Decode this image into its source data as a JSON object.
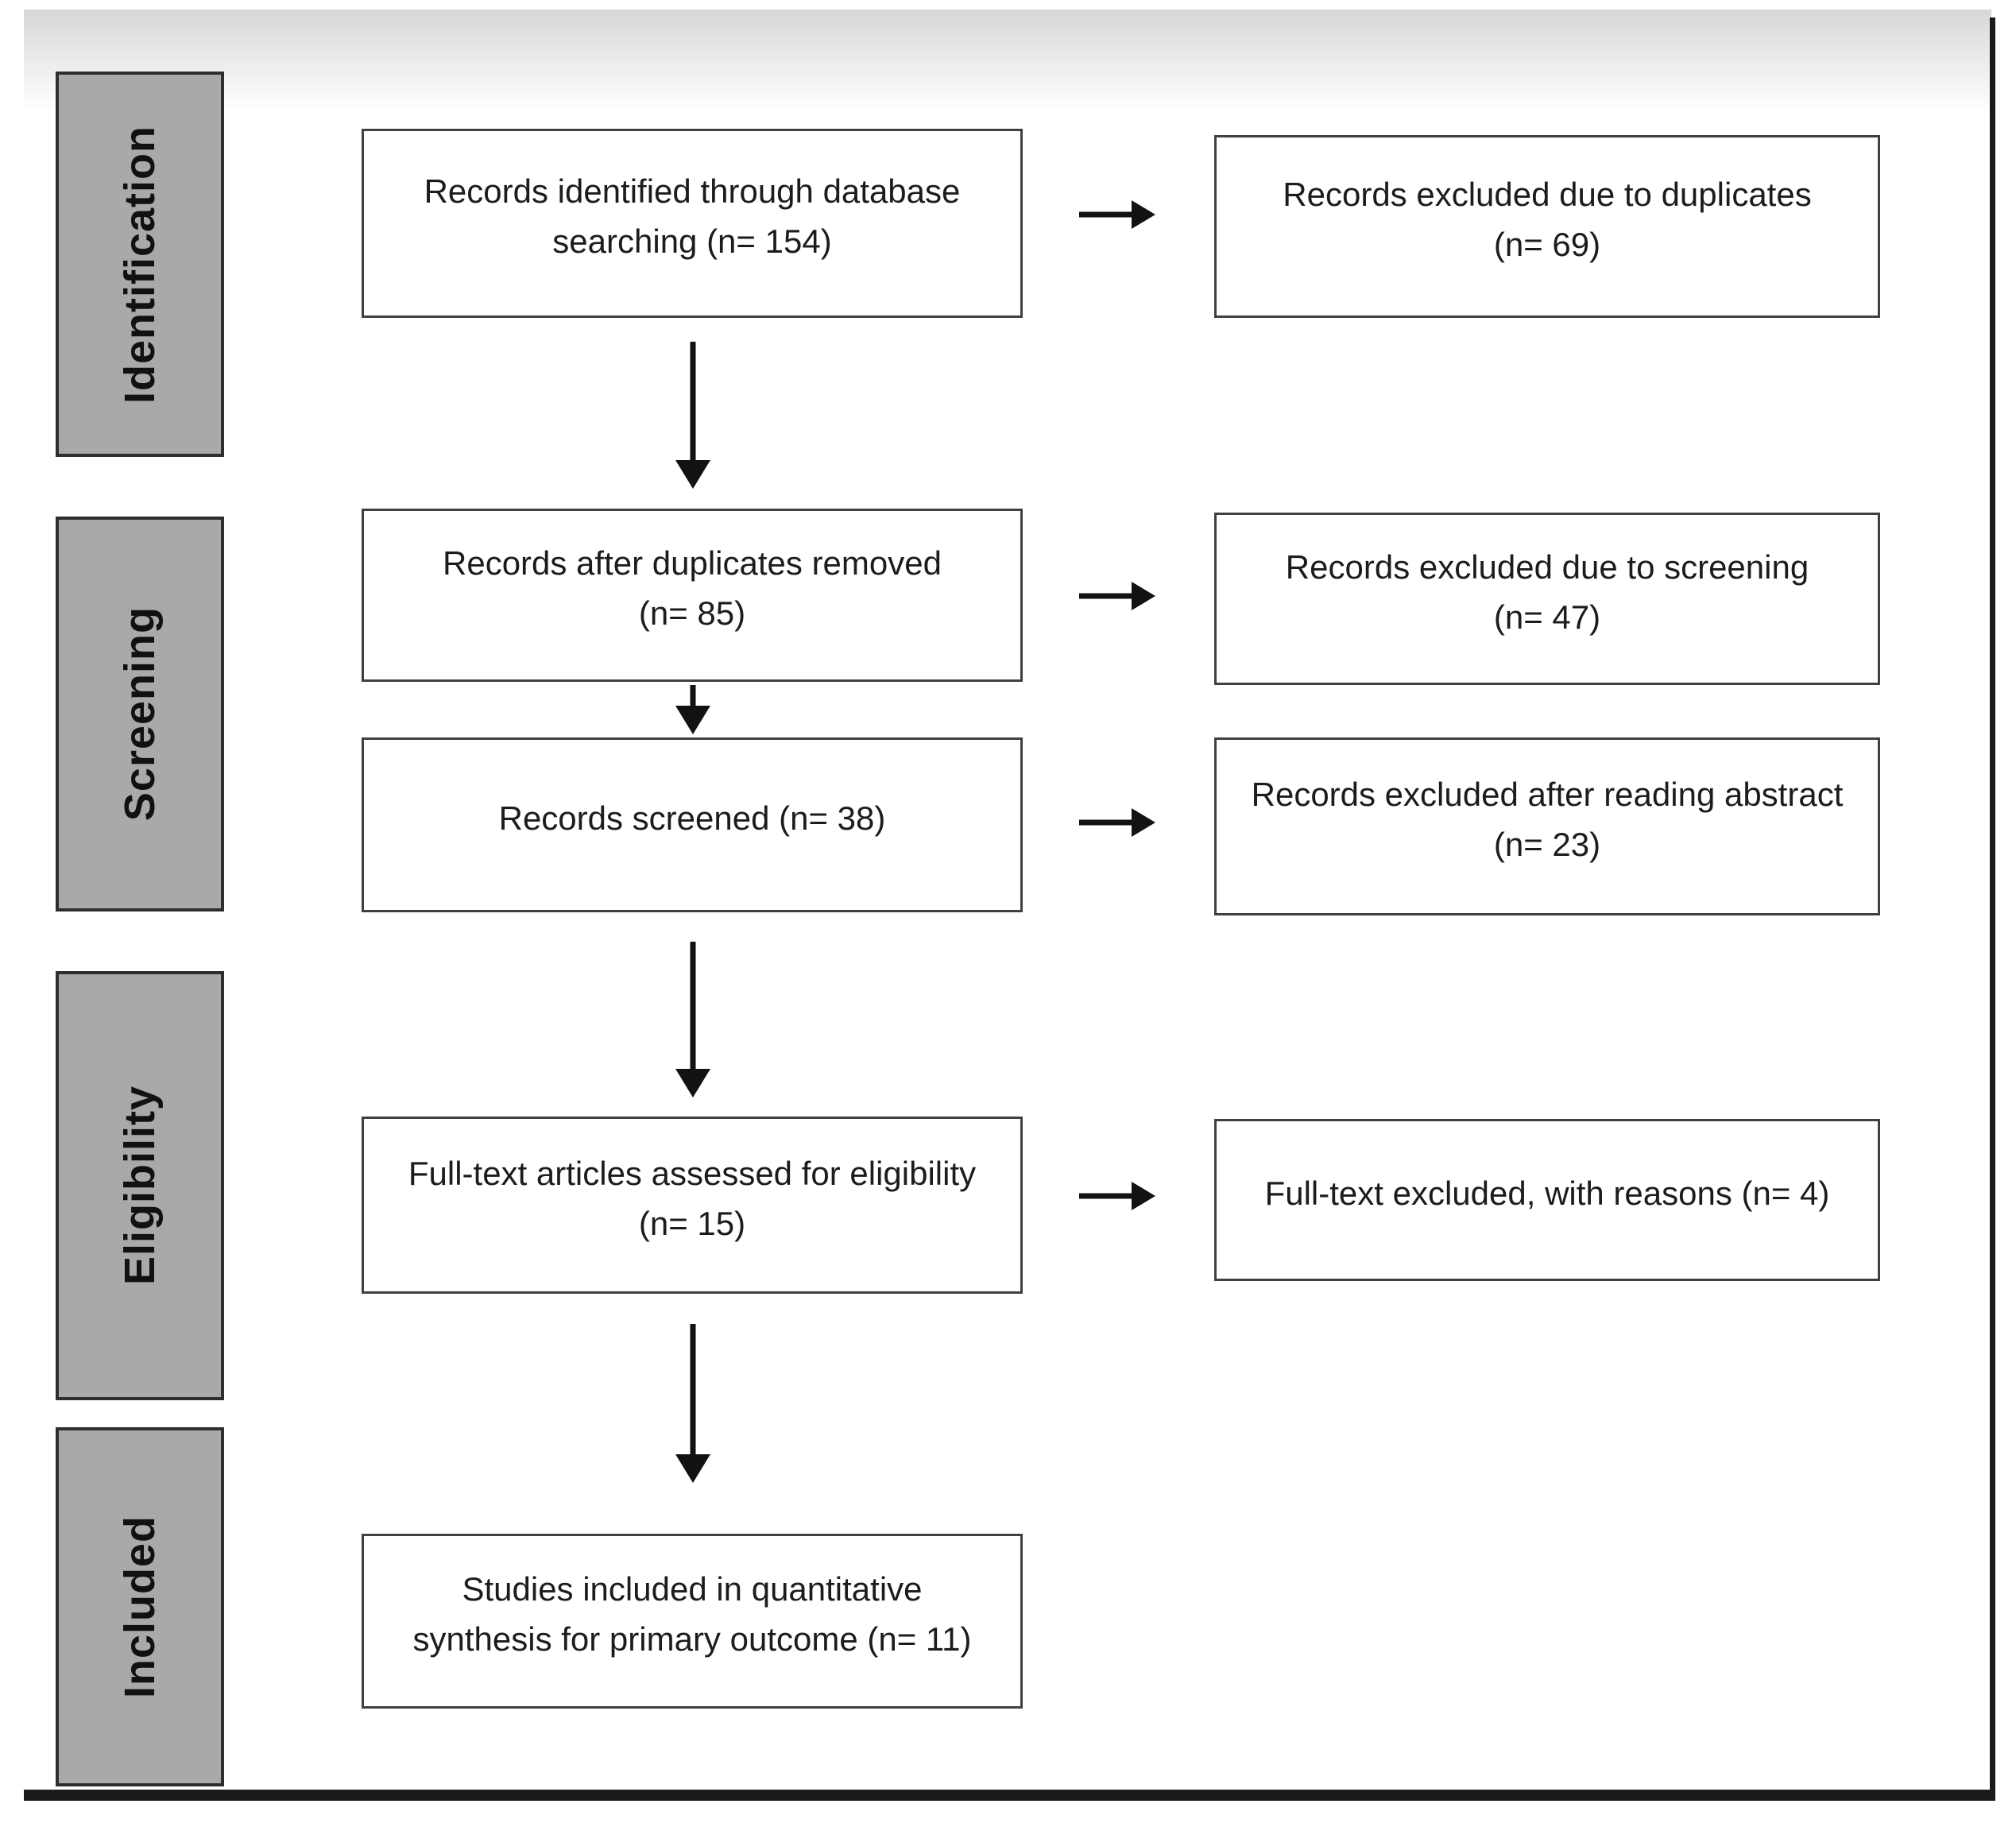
{
  "diagram": {
    "type": "prisma-flow",
    "stages": [
      {
        "label": "Identification"
      },
      {
        "label": "Screening"
      },
      {
        "label": "Eligibility"
      },
      {
        "label": "Included"
      }
    ],
    "flow_boxes": [
      {
        "line1": "Records identified through database",
        "line2": "searching (n= 154)"
      },
      {
        "line1": "Records after duplicates removed",
        "line2": "(n= 85)"
      },
      {
        "line1": "Records screened (n= 38)",
        "line2": ""
      },
      {
        "line1": "Full-text articles assessed for eligibility",
        "line2": "(n= 15)"
      },
      {
        "line1": "Studies included in quantitative",
        "line2": "synthesis for primary outcome (n= 11)"
      }
    ],
    "excluded_boxes": [
      {
        "line1": "Records excluded due to duplicates",
        "line2": "(n= 69)"
      },
      {
        "line1": "Records excluded due to screening",
        "line2": "(n= 47)"
      },
      {
        "line1": "Records excluded after reading abstract",
        "line2": "(n= 23)"
      },
      {
        "line1": "Full-text excluded, with reasons (n= 4)",
        "line2": ""
      }
    ],
    "counts": {
      "identified": 154,
      "excluded_duplicates": 69,
      "after_duplicates_removed": 85,
      "excluded_screening": 47,
      "screened": 38,
      "excluded_after_abstract": 23,
      "fulltext_assessed": 15,
      "fulltext_excluded": 4,
      "included_quantitative_synthesis": 11
    },
    "colors": {
      "stage_fill": "#a9a9a9",
      "stage_border": "#2e2e2e",
      "box_border": "#404040",
      "box_fill": "#ffffff",
      "text": "#1c1c1c",
      "arrow": "#121212",
      "frame_line": "#1a1a1a",
      "gradient_top": "#d7d7d7"
    }
  }
}
